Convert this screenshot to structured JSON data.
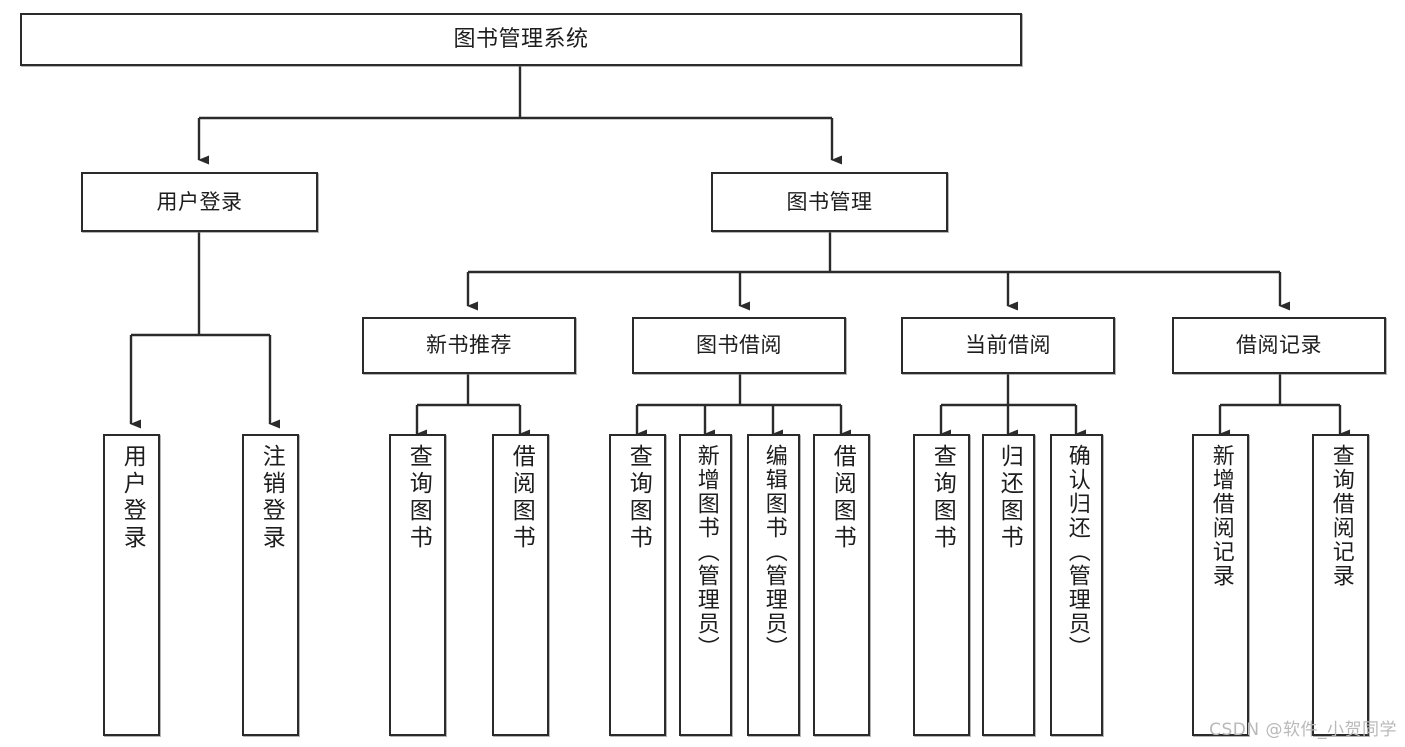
{
  "diagram": {
    "title": "图书管理系统",
    "type": "tree",
    "colors": {
      "box_border": "#2b2b2b",
      "box_fill": "#ffffff",
      "connector": "#2b2b2b",
      "text": "#1d1d1d",
      "watermark": "#b9b9b9"
    },
    "root": {
      "label": "图书管理系统"
    },
    "level2": [
      {
        "label": "用户登录"
      },
      {
        "label": "图书管理"
      }
    ],
    "level3": [
      {
        "label": "新书推荐"
      },
      {
        "label": "图书借阅"
      },
      {
        "label": "当前借阅"
      },
      {
        "label": "借阅记录"
      }
    ],
    "leaves": {
      "user_login": [
        {
          "label": "用户登录"
        },
        {
          "label": "注销登录"
        }
      ],
      "new_book_recommend": [
        {
          "label": "查询图书"
        },
        {
          "label": "借阅图书"
        }
      ],
      "book_borrow": [
        {
          "label": "查询图书"
        },
        {
          "label": "新增图书（管理员）"
        },
        {
          "label": "编辑图书（管理员）"
        },
        {
          "label": "借阅图书"
        }
      ],
      "current_borrow": [
        {
          "label": "查询图书"
        },
        {
          "label": "归还图书"
        },
        {
          "label": "确认归还（管理员）"
        }
      ],
      "borrow_record": [
        {
          "label": "新增借阅记录"
        },
        {
          "label": "查询借阅记录"
        }
      ]
    }
  },
  "watermark": {
    "text": "CSDN @软件_小贺同学"
  }
}
